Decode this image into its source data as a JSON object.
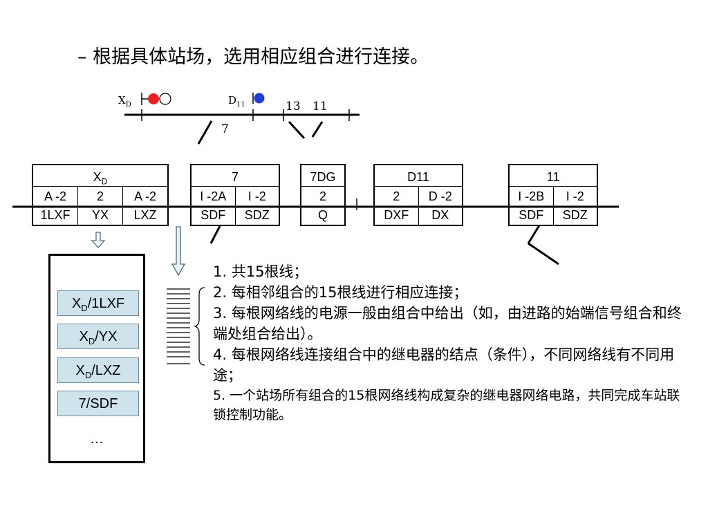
{
  "title": "– 根据具体站场，选用相应组合进行连接。",
  "track": {
    "xd_label": "X",
    "xd_sub": "D",
    "d11_label": "D",
    "d11_sub": "11",
    "label_13": "13",
    "label_11": "11",
    "label_7": "7",
    "signal_colors": {
      "red": "#e8201e",
      "blue": "#1f3fd6"
    }
  },
  "groups": [
    {
      "name": "X",
      "sub": "D",
      "row1": [
        "A -2",
        "2",
        "A -2"
      ],
      "row2": [
        "1LXF",
        "YX",
        "LXZ"
      ]
    },
    {
      "name": "7",
      "sub": "",
      "row1": [
        "I -2A",
        "I -2"
      ],
      "row2": [
        "SDF",
        "SDZ"
      ]
    },
    {
      "name": "7DG",
      "sub": "",
      "row1": [
        "2"
      ],
      "row2": [
        "Q"
      ]
    },
    {
      "name": "D11",
      "sub": "",
      "row1": [
        "2",
        "D -2"
      ],
      "row2": [
        "DXF",
        "DX"
      ]
    },
    {
      "name": "11",
      "sub": "",
      "row1": [
        "I -2B",
        "I -2"
      ],
      "row2": [
        "SDF",
        "SDZ"
      ]
    }
  ],
  "stack": {
    "items": [
      {
        "main": "X",
        "sub": "D",
        "rest": "/1LXF"
      },
      {
        "main": "X",
        "sub": "D",
        "rest": "/YX"
      },
      {
        "main": "X",
        "sub": "D",
        "rest": "/LXZ"
      },
      {
        "main": "7/SDF",
        "sub": "",
        "rest": ""
      }
    ],
    "more": "…",
    "box_color": "#cfe3ec"
  },
  "notes": [
    "1.  共15根线；",
    "2.  每相邻组合的15根线进行相应连接；",
    "3.  每根网络线的电源一般由组合中给出（如，由进路的始端信号组合和终端处组合给出）。",
    "4.  每根网络线连接组合中的继电器的结点（条件），不同网络线有不同用途；",
    "5.  一个站场所有组合的15根网络线构成复杂的继电器网络电路，共同完成车站联锁控制功能。"
  ]
}
